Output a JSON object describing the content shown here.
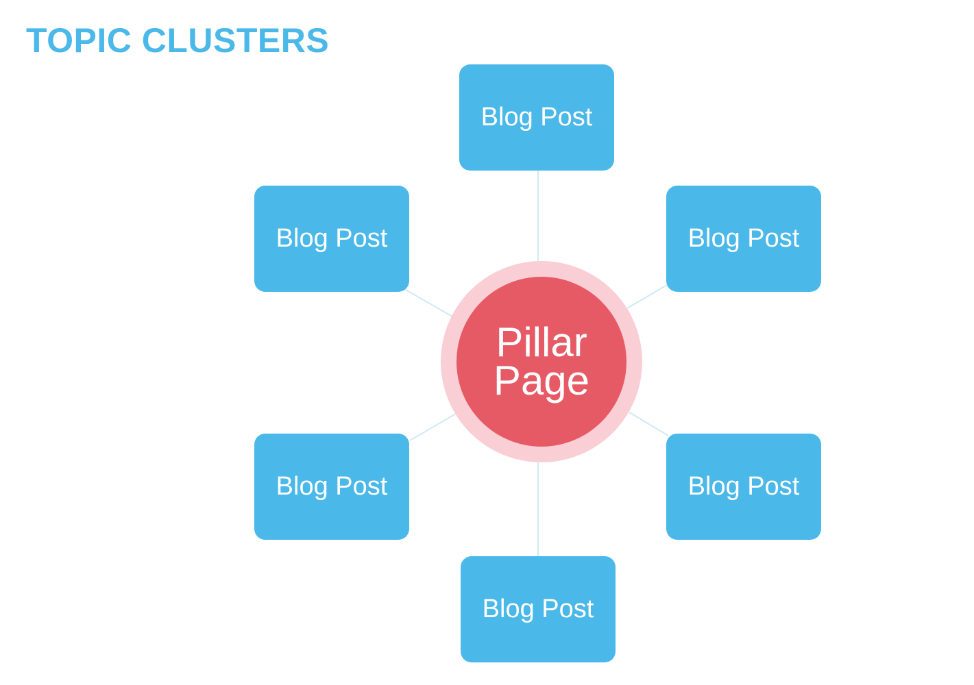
{
  "title": "TOPIC CLUSTERS",
  "colors": {
    "title": "#4ab8e8",
    "node": "#4ab8e8",
    "pillar": "#e65a66",
    "pillar_halo": "#f9cfd5",
    "connector": "#cfe9f6"
  },
  "pillar": {
    "line1": "Pillar",
    "line2": "Page"
  },
  "posts": [
    {
      "label": "Blog Post"
    },
    {
      "label": "Blog Post"
    },
    {
      "label": "Blog Post"
    },
    {
      "label": "Blog Post"
    },
    {
      "label": "Blog Post"
    },
    {
      "label": "Blog Post"
    }
  ]
}
